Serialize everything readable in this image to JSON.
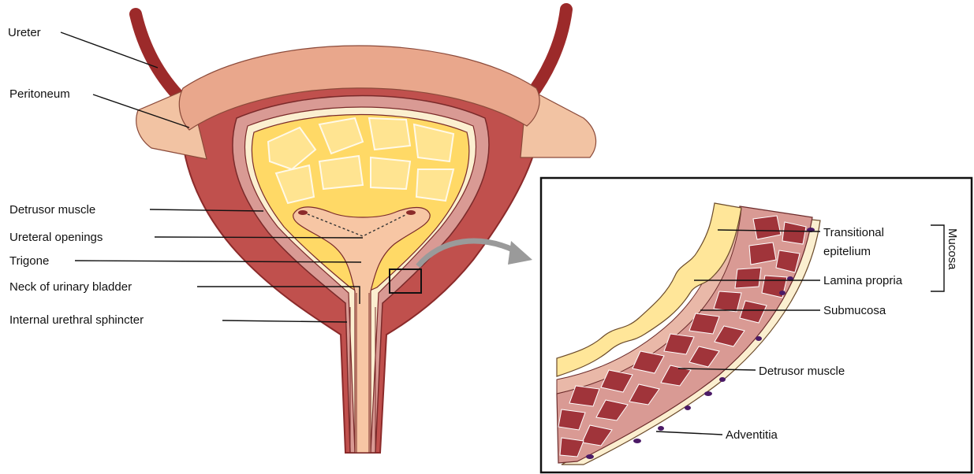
{
  "labels": {
    "ureter": "Ureter",
    "peritoneum": "Peritoneum",
    "detrusor_muscle": "Detrusor muscle",
    "ureteral_openings": "Ureteral openings",
    "trigone": "Trigone",
    "neck": "Neck of urinary bladder",
    "sphincter": "Internal urethral sphincter"
  },
  "inset_labels": {
    "transitional_line1": "Transitional",
    "transitional_line2": "epitelium",
    "lamina_propria": "Lamina propria",
    "submucosa": "Submucosa",
    "detrusor_muscle": "Detrusor muscle",
    "adventitia": "Adventitia",
    "mucosa": "Mucosa"
  },
  "colors": {
    "muscle_wall": "#c0504d",
    "ureter": "#9c2a2a",
    "peritoneum": "#f2c3a3",
    "peritoneum_band": "#e9a78c",
    "submucosa_layer": "#d99a94",
    "lumen_fill": "#ffd966",
    "trigone": "#f7c6a4",
    "muscle_cell": "#a0343a",
    "adventitia_layer": "#fbefd0",
    "adventitia_cell": "#4b1a66"
  }
}
